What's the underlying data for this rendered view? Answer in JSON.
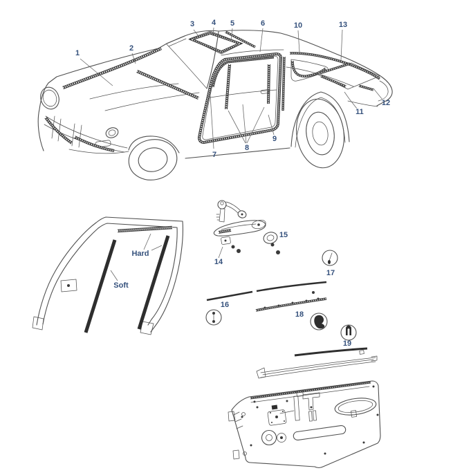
{
  "callouts": {
    "c1": "1",
    "c2": "2",
    "c3": "3",
    "c4": "4",
    "c5": "5",
    "c6": "6",
    "c7": "7",
    "c8": "8",
    "c9": "9",
    "c10": "10",
    "c11": "11",
    "c12": "12",
    "c13": "13",
    "c14": "14",
    "c15": "15",
    "c16": "16",
    "c17": "17",
    "c18": "18",
    "c19": "19"
  },
  "labels": {
    "hard": "Hard",
    "soft": "Soft"
  },
  "colors": {
    "callout_text": "#35517c",
    "line_art": "#4f4f4f",
    "seal_band": "#3c3c3c",
    "background": "#ffffff"
  }
}
